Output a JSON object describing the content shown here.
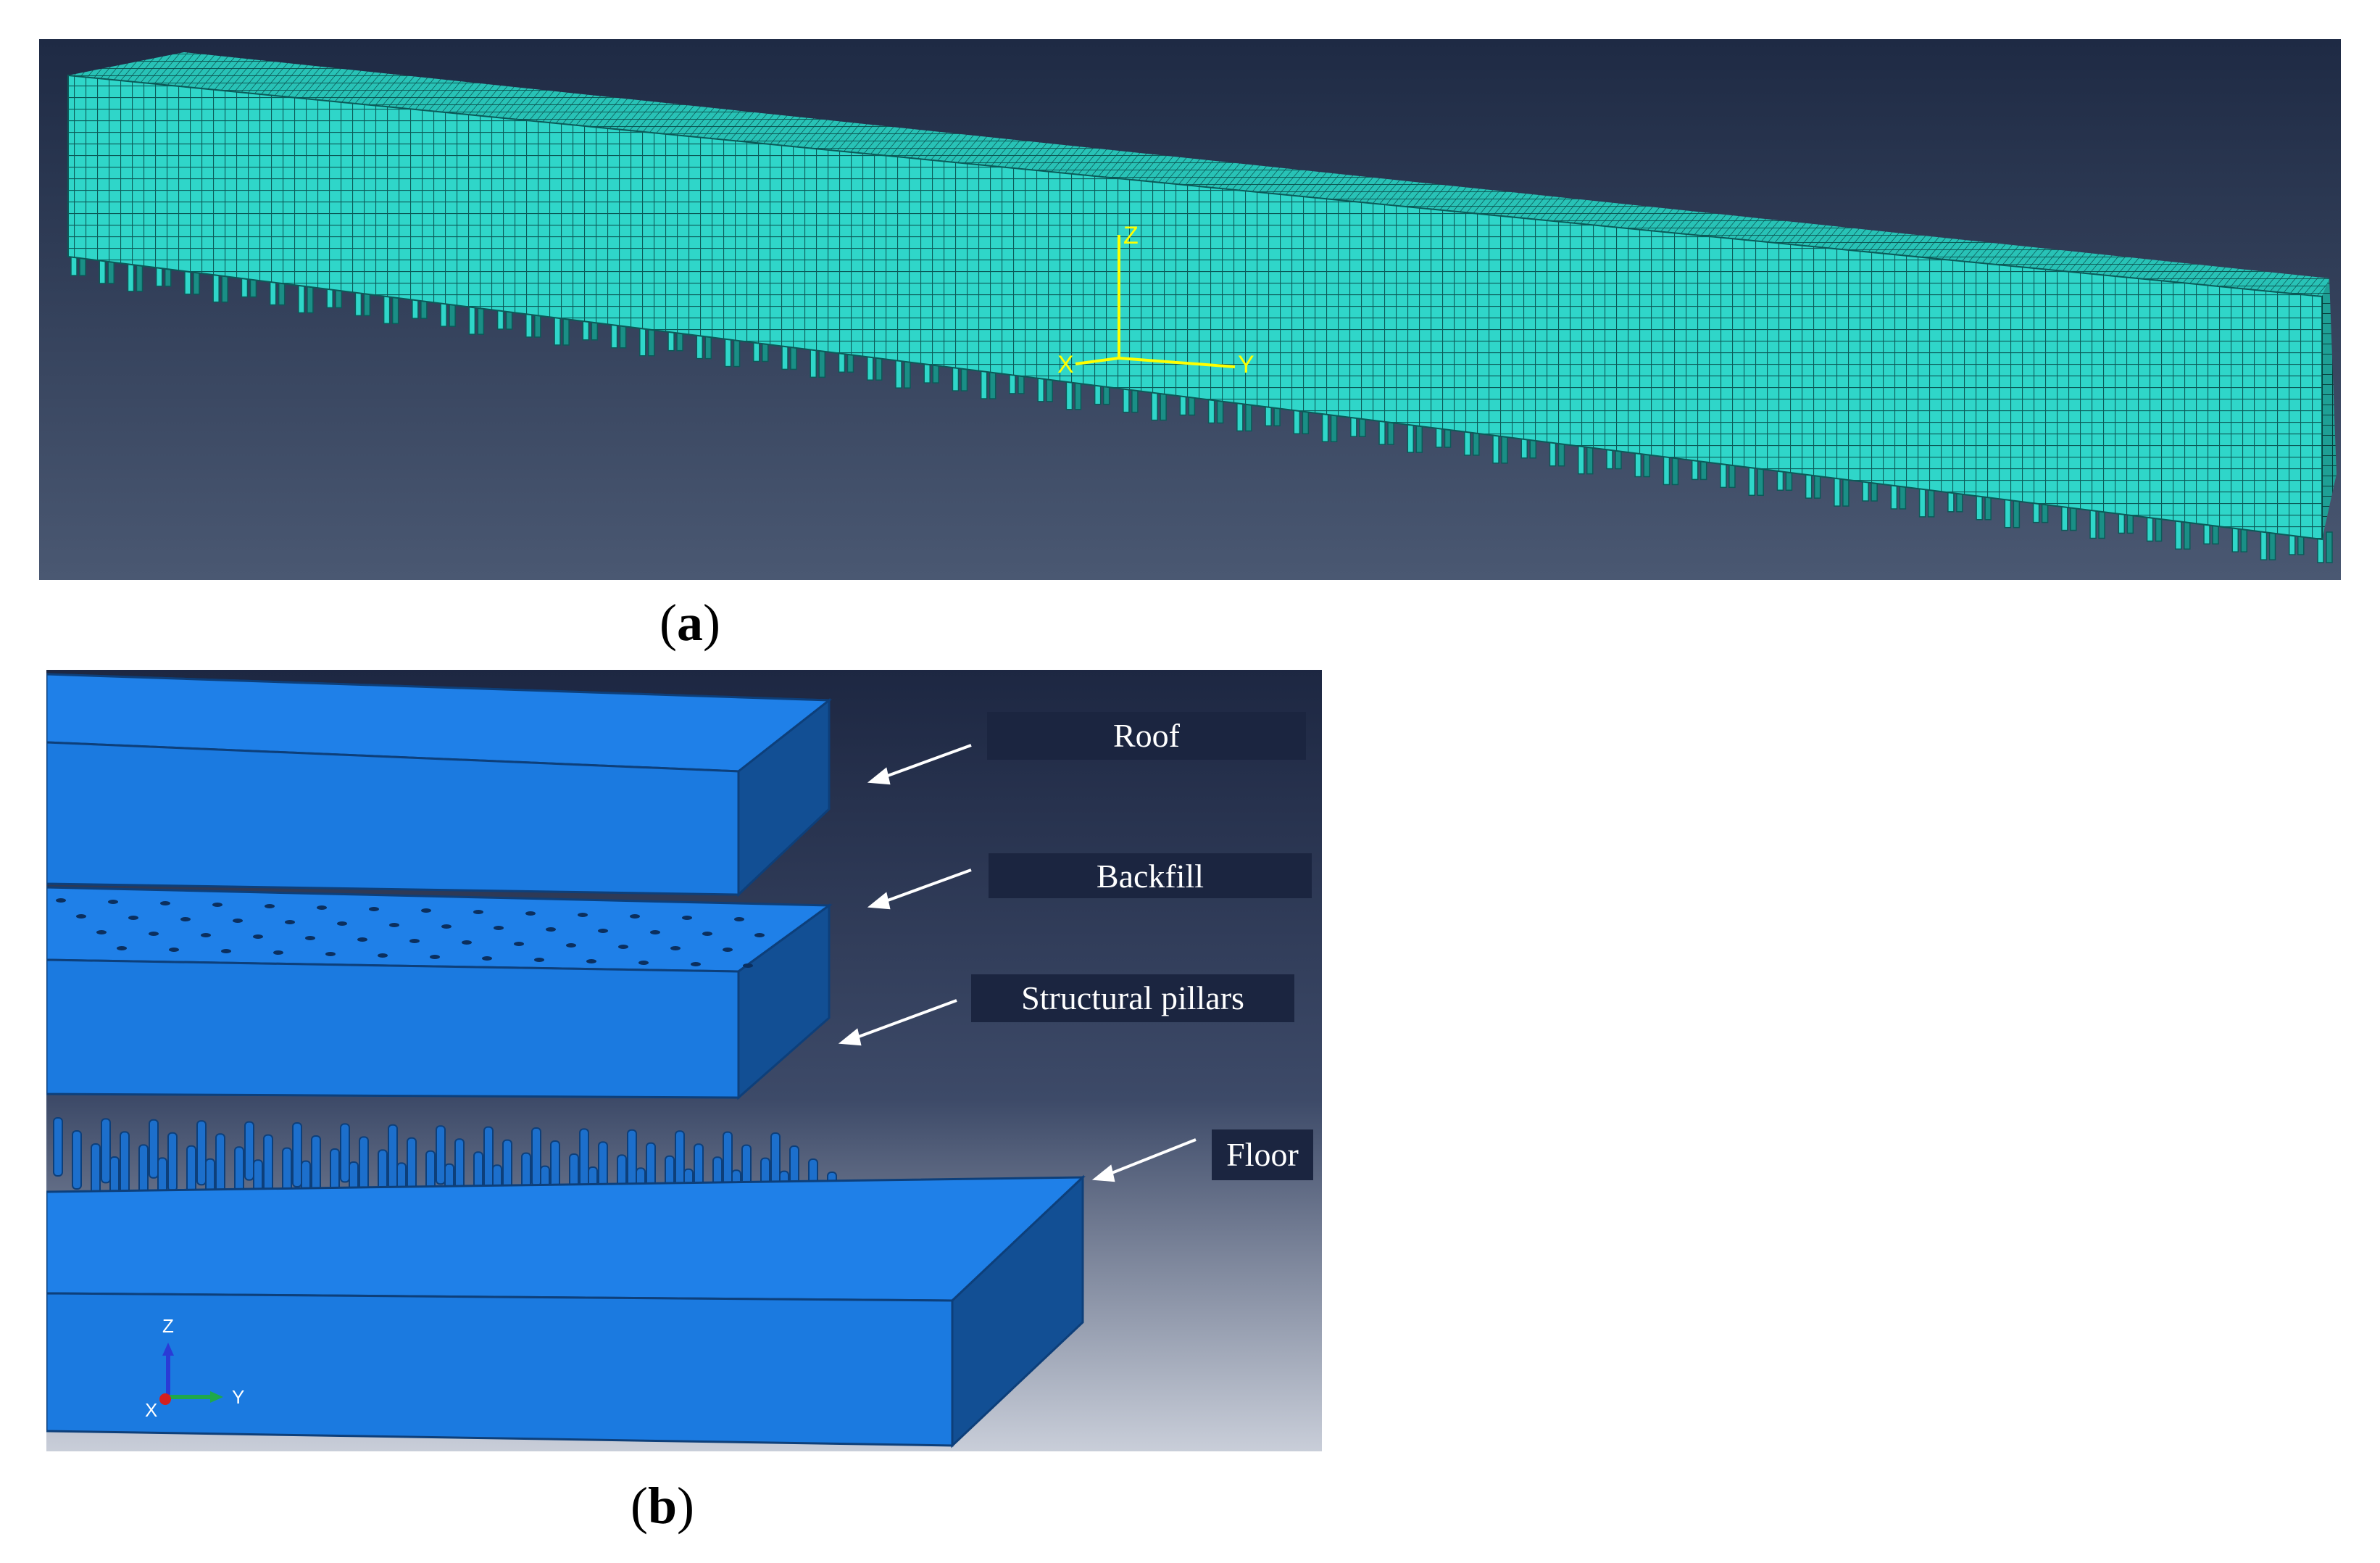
{
  "panel_a": {
    "caption_letter": "a",
    "axis_labels": {
      "z": "Z",
      "x": "X",
      "y": "Y"
    },
    "colors": {
      "background_top": "#1e2a44",
      "background_bottom": "#4a5872",
      "mesh": "#2fd6c9",
      "mesh_lines": "#0b5a58",
      "axis": "#ffff00"
    }
  },
  "panel_b": {
    "caption_letter": "b",
    "labels": {
      "roof": "Roof",
      "backfill": "Backfill",
      "pillars": "Structural pillars",
      "floor": "Floor"
    },
    "axis_labels": {
      "z": "Z",
      "x": "X",
      "y": "Y"
    },
    "colors": {
      "background_top": "#1d2742",
      "background_bottom": "#c9ced9",
      "block_front": "#1b7ae0",
      "block_top": "#1f80e8",
      "block_side": "#124f94",
      "label_bg": "#1b2540"
    }
  }
}
